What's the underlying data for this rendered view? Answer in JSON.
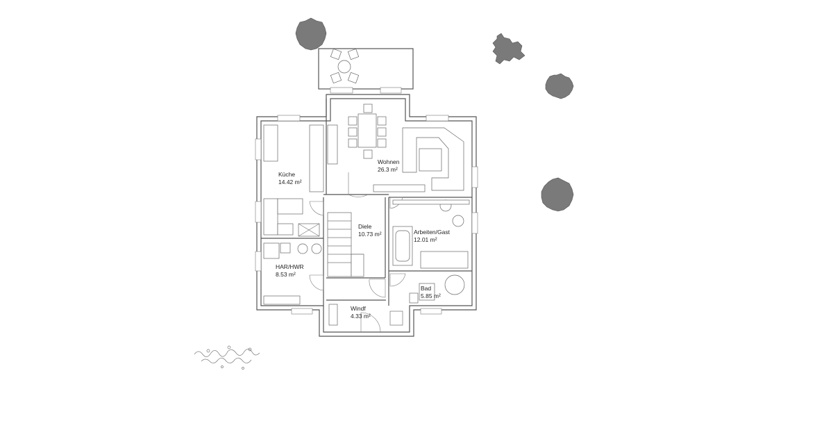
{
  "rooms": [
    {
      "name": "Küche",
      "area": "14.42 m²"
    },
    {
      "name": "Wohnen",
      "area": "26.3 m²"
    },
    {
      "name": "Diele",
      "area": "10.73 m²"
    },
    {
      "name": "Arbeiten/Gast",
      "area": "12.01 m²"
    },
    {
      "name": "HAR/HWR",
      "area": "8.53 m²"
    },
    {
      "name": "Bad",
      "area": "5.85 m²"
    },
    {
      "name": "Windf",
      "area": "4.33 m²"
    }
  ],
  "colors": {
    "wall": "#555555",
    "tree": "#7a7a7a",
    "background": "#ffffff"
  }
}
